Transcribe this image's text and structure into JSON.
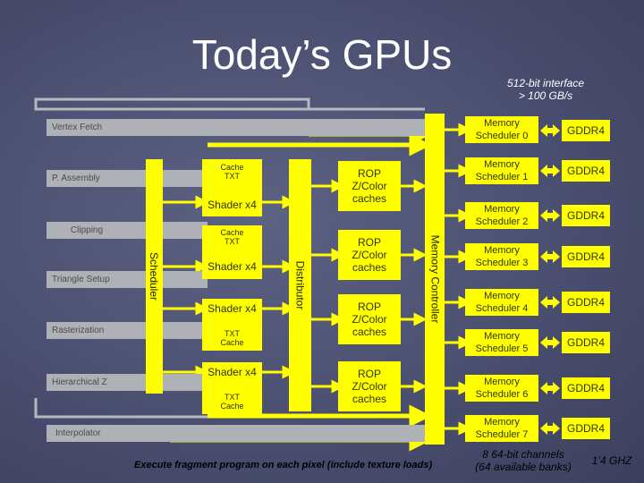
{
  "title": "Today’s GPUs",
  "interface_note": [
    "512-bit interface",
    "> 100 GB/s"
  ],
  "pipeline_stages": [
    "Vertex Fetch",
    "P. Assembly",
    "Clipping",
    "Triangle Setup",
    "Rasterization",
    "Hierarchical Z",
    "Interpolator"
  ],
  "scheduler_label": "Scheduler",
  "distributor_label": "Distributor",
  "memory_controller_label": "Memory Controller",
  "cache_txt": [
    "Cache",
    "TXT"
  ],
  "txt_cache": [
    "TXT",
    "Cache"
  ],
  "shader_label": "Shader x4",
  "rop_label": [
    "ROP",
    "Z/Color",
    "caches"
  ],
  "memory_schedulers": [
    "Memory Scheduler 0",
    "Memory Scheduler 1",
    "Memory Scheduler 2",
    "Memory Scheduler 3",
    "Memory Scheduler 4",
    "Memory Scheduler 5",
    "Memory Scheduler 6",
    "Memory Scheduler 7"
  ],
  "gddr_label": "GDDR4",
  "fragment_note": "Execute fragment program on each pixel (include texture loads)",
  "channels_note": [
    "8 64-bit channels",
    "(64 available banks)"
  ],
  "speed_note": "1’4 GHZ",
  "colors": {
    "background": "#4b4f70",
    "unit": "#ffff00",
    "stage": "#aeb1b6",
    "arrow": "#ffff00",
    "connector": "#b8b8c0"
  }
}
